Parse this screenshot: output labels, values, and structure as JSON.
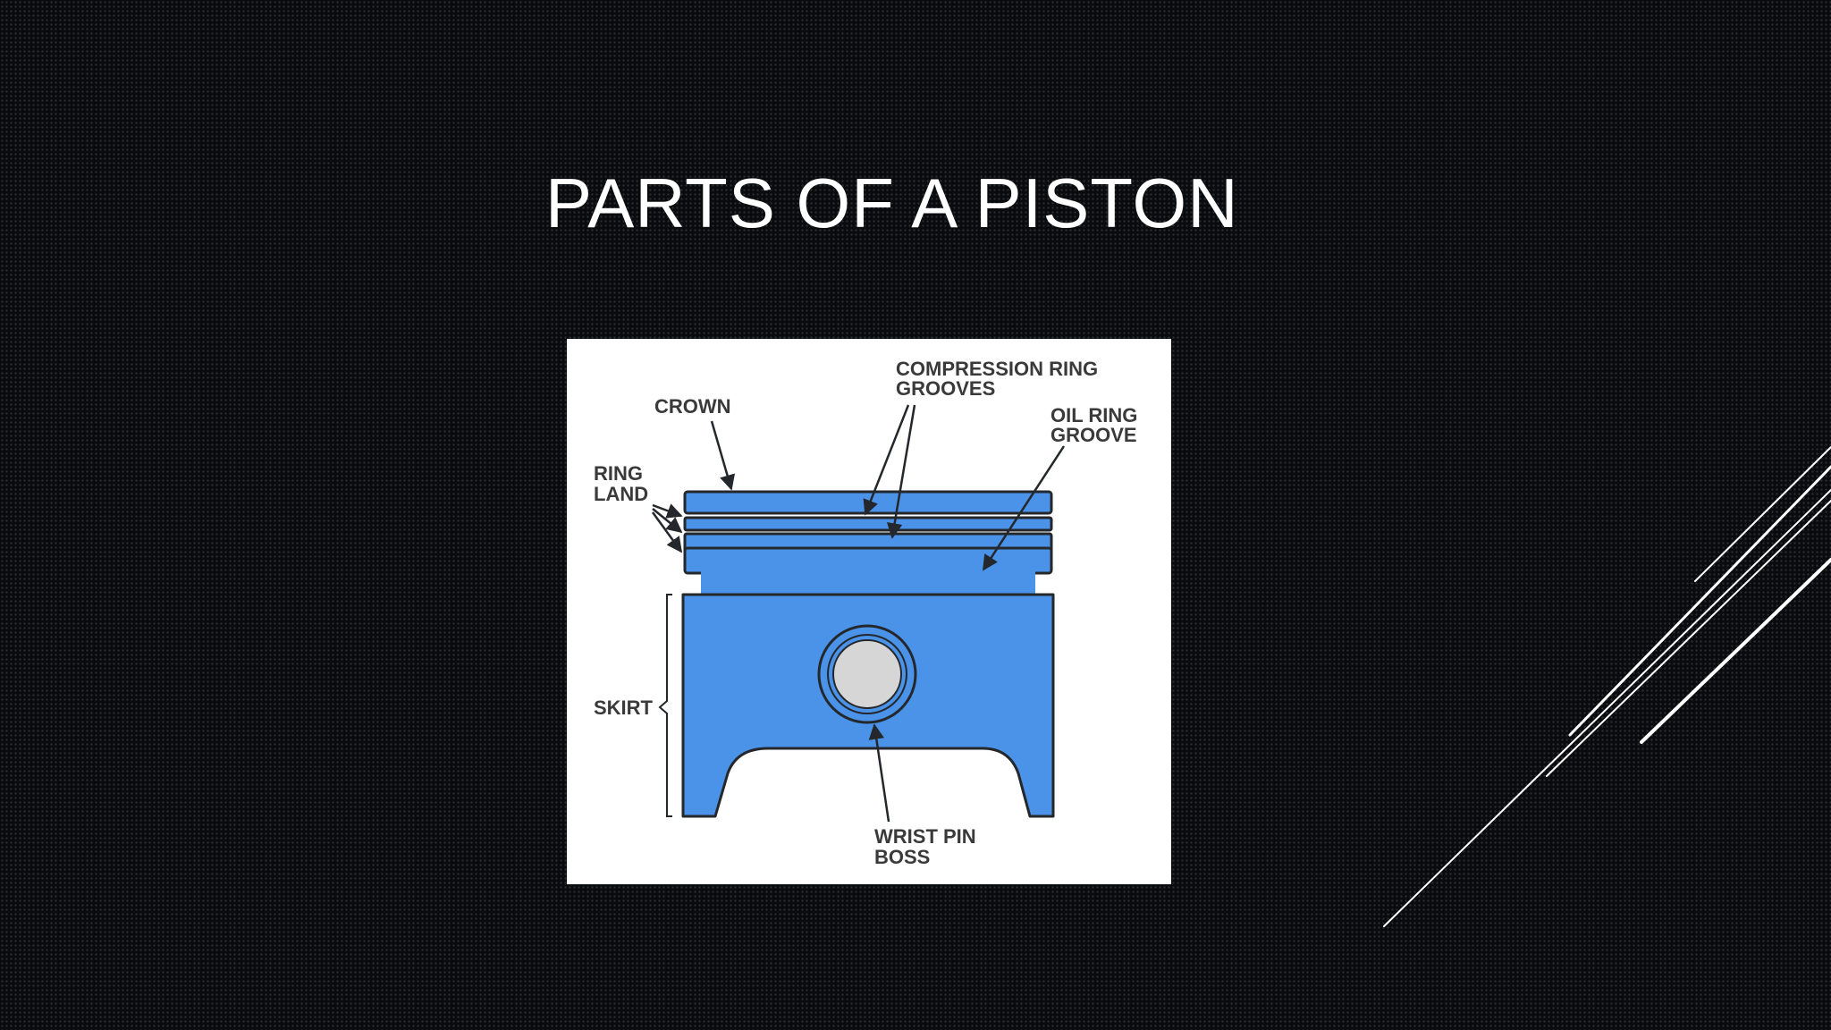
{
  "slide": {
    "title": "PARTS OF A PISTON"
  },
  "diagram": {
    "labels": {
      "crown": "CROWN",
      "compression_line1": "COMPRESSION RING",
      "compression_line2": "GROOVES",
      "oil_line1": "OIL RING",
      "oil_line2": "GROOVE",
      "ring_line1": "RING",
      "ring_line2": "LAND",
      "skirt": "SKIRT",
      "wrist_line1": "WRIST PIN",
      "wrist_line2": "BOSS"
    },
    "colors": {
      "piston_fill": "#4a93e8",
      "piston_outline": "#24272b",
      "pin_fill": "#d6d6d6",
      "background": "#ffffff",
      "label_text": "#3a3a3a"
    }
  },
  "slide_colors": {
    "background": "#0a0b0d",
    "title": "#ffffff",
    "accent_lines": "#ffffff"
  }
}
